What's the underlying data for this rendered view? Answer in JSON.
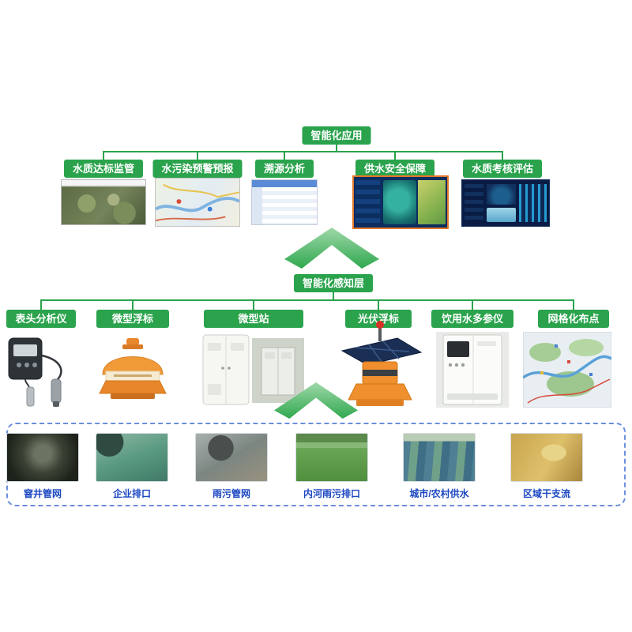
{
  "top": {
    "header": "智能化应用",
    "items": [
      {
        "label": "水质达标监管",
        "image": "satellite-map-screenshot"
      },
      {
        "label": "水污染预警预报",
        "image": "city-map-screenshot"
      },
      {
        "label": "溯源分析",
        "image": "data-table-screenshot"
      },
      {
        "label": "供水安全保障",
        "image": "water-supply-dashboard-screenshot"
      },
      {
        "label": "水质考核评估",
        "image": "dark-dashboard-screenshot"
      }
    ]
  },
  "middle": {
    "header": "智能化感知层",
    "items": [
      {
        "label": "表头分析仪",
        "image": "probe-analyzer-photo"
      },
      {
        "label": "微型浮标",
        "image": "mini-buoy-photo"
      },
      {
        "label": "微型站",
        "image": "micro-station-photo"
      },
      {
        "label": "光伏浮标",
        "image": "solar-buoy-photo"
      },
      {
        "label": "饮用水多参仪",
        "image": "multi-parameter-analyzer-photo"
      },
      {
        "label": "网格化布点",
        "image": "grid-map-photo"
      }
    ]
  },
  "bottom": {
    "items": [
      {
        "label": "窨井管网",
        "image": "manhole-photo"
      },
      {
        "label": "企业排口",
        "image": "enterprise-outfall-photo"
      },
      {
        "label": "雨污管网",
        "image": "sewage-pipe-photo"
      },
      {
        "label": "内河雨污排口",
        "image": "river-outfall-photo"
      },
      {
        "label": "城市/农村供水",
        "image": "water-supply-aerial-photo"
      },
      {
        "label": "区域干支流",
        "image": "river-basin-photo"
      }
    ]
  },
  "colors": {
    "button_green": "#2aa34c",
    "connector_green": "#2aa34c",
    "bottom_label_blue": "#1a46c2",
    "dashed_border_blue": "#6b8ede",
    "dashboard_accent_orange": "#e2792b"
  }
}
